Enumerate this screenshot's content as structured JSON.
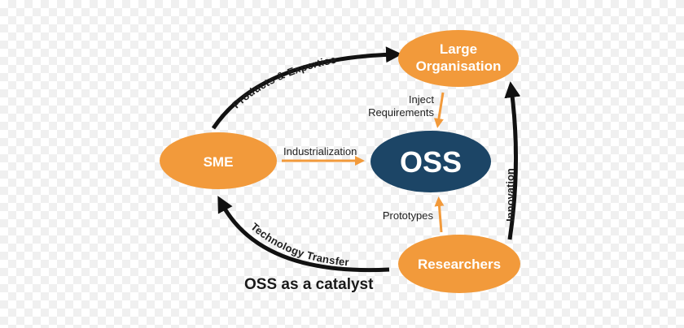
{
  "nodes": {
    "large_org": {
      "line1": "Large",
      "line2": "Organisation"
    },
    "sme": {
      "label": "SME"
    },
    "oss": {
      "label": "OSS"
    },
    "researchers": {
      "label": "Researchers"
    }
  },
  "edges": {
    "products": "Products & Expertise",
    "technology": "Technology Transfer",
    "innovation": "Innovation",
    "industrialization": "Industrialization",
    "inject_line1": "Inject",
    "inject_line2": "Requirements",
    "prototypes": "Prototypes"
  },
  "caption": "OSS as a catalyst",
  "colors": {
    "orange": "#f29a3b",
    "navy": "#1c4566",
    "black_arrow": "#111111",
    "text": "#1e1e1e"
  }
}
